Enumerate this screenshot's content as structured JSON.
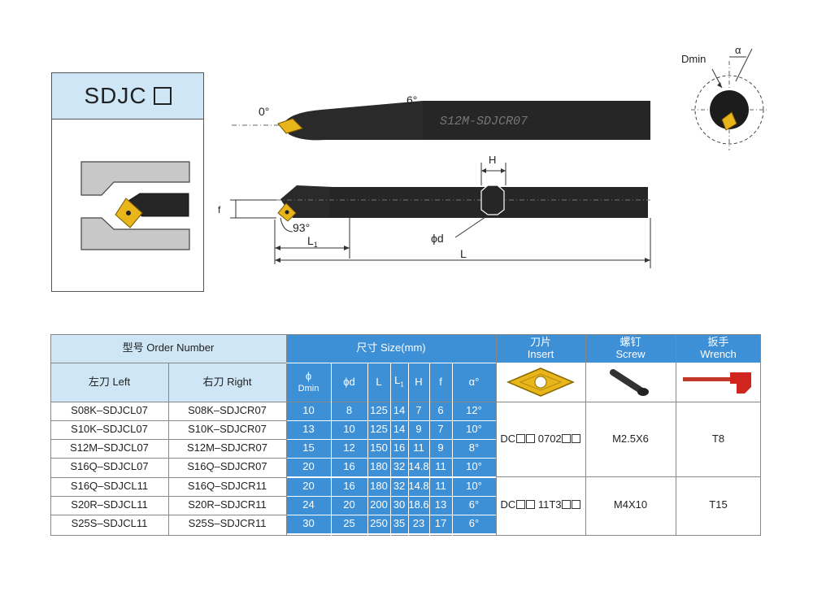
{
  "title": "SDJC",
  "drawing": {
    "angle_top": "0°",
    "angle_6": "6°",
    "bar_marking": "S12M-SDJCR07",
    "dim_H": "H",
    "dim_f": "f",
    "dim_93": "93°",
    "dim_L1": "L",
    "dim_L1_sub": "1",
    "dim_phid": "ϕd",
    "dim_L": "L",
    "dmin_label": "Dmin",
    "alpha_label": "α"
  },
  "table": {
    "header_order": "型号 Order Number",
    "header_size": "尺寸 Size(mm)",
    "header_insert_cn": "刀片",
    "header_insert_en": "Insert",
    "header_screw_cn": "螺钉",
    "header_screw_en": "Screw",
    "header_wrench_cn": "扳手",
    "header_wrench_en": "Wrench",
    "col_left": "左刀 Left",
    "col_right": "右刀 Right",
    "col_dmin_top": "ϕ",
    "col_dmin_bottom": "Dmin",
    "col_d": "ϕd",
    "col_L": "L",
    "col_L1": "L",
    "col_L1_sub": "1",
    "col_H": "H",
    "col_f": "f",
    "col_alpha": "α°",
    "rows": [
      {
        "left": "S08K–SDJCL07",
        "right": "S08K–SDJCR07",
        "dmin": "10",
        "d": "8",
        "L": "125",
        "L1": "14",
        "H": "7",
        "f": "6",
        "a": "12°"
      },
      {
        "left": "S10K–SDJCL07",
        "right": "S10K–SDJCR07",
        "dmin": "13",
        "d": "10",
        "L": "125",
        "L1": "14",
        "H": "9",
        "f": "7",
        "a": "10°"
      },
      {
        "left": "S12M–SDJCL07",
        "right": "S12M–SDJCR07",
        "dmin": "15",
        "d": "12",
        "L": "150",
        "L1": "16",
        "H": "11",
        "f": "9",
        "a": "8°"
      },
      {
        "left": "S16Q–SDJCL07",
        "right": "S16Q–SDJCR07",
        "dmin": "20",
        "d": "16",
        "L": "180",
        "L1": "32",
        "H": "14.8",
        "f": "11",
        "a": "10°"
      },
      {
        "left": "S16Q–SDJCL11",
        "right": "S16Q–SDJCR11",
        "dmin": "20",
        "d": "16",
        "L": "180",
        "L1": "32",
        "H": "14.8",
        "f": "11",
        "a": "10°"
      },
      {
        "left": "S20R–SDJCL11",
        "right": "S20R–SDJCR11",
        "dmin": "24",
        "d": "20",
        "L": "200",
        "L1": "30",
        "H": "18.6",
        "f": "13",
        "a": "6°"
      },
      {
        "left": "S25S–SDJCL11",
        "right": "S25S–SDJCR11",
        "dmin": "30",
        "d": "25",
        "L": "250",
        "L1": "35",
        "H": "23",
        "f": "17",
        "a": "6°"
      }
    ],
    "group1": {
      "insert_pre": "DC",
      "insert_mid": "0702",
      "screw": "M2.5X6",
      "wrench": "T8"
    },
    "group2": {
      "insert_pre": "DC",
      "insert_mid": "11T3",
      "screw": "M4X10",
      "wrench": "T15"
    }
  }
}
